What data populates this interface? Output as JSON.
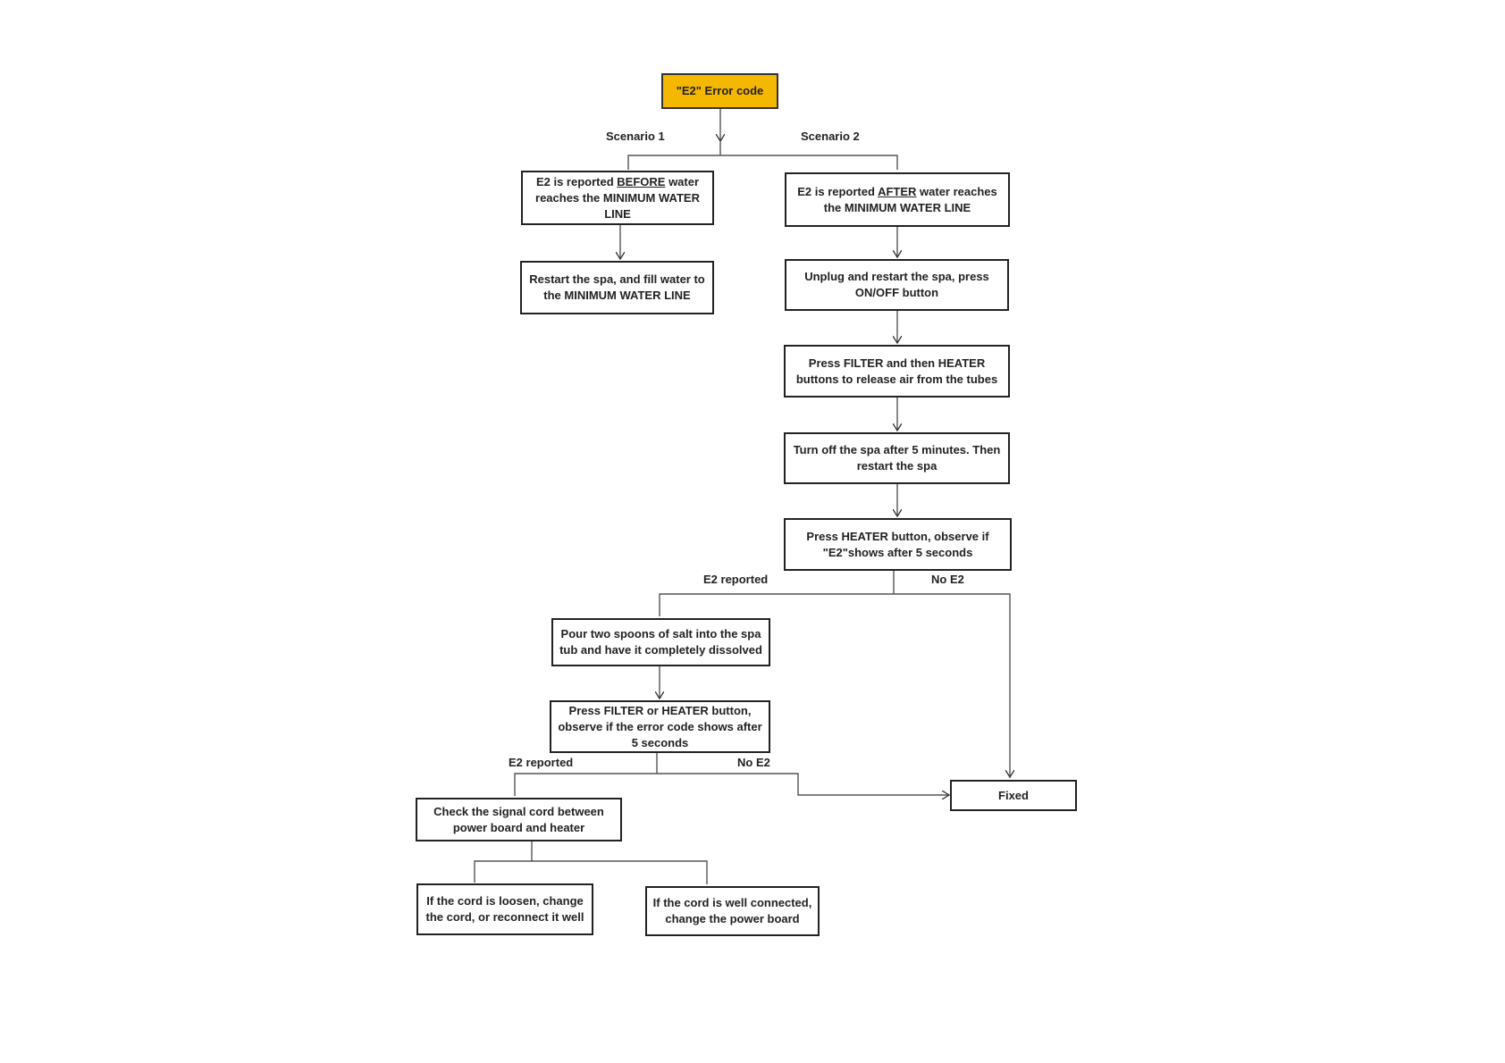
{
  "start": "\"E2\" Error code",
  "labels": {
    "scenario1": "Scenario 1",
    "scenario2": "Scenario 2",
    "branch1_yes": "E2 reported",
    "branch1_no": "No E2",
    "branch2_yes": "E2 reported",
    "branch2_no": "No E2"
  },
  "s1": {
    "condition_pre": "E2 is reported ",
    "condition_emph": "BEFORE",
    "condition_post": " water reaches the MINIMUM WATER LINE",
    "action": "Restart the spa, and fill water to the MINIMUM WATER LINE"
  },
  "s2": {
    "condition_pre": "E2 is reported ",
    "condition_emph": "AFTER",
    "condition_post": " water reaches the MINIMUM WATER LINE",
    "step1": "Unplug and restart the spa, press ON/OFF button",
    "step2": "Press FILTER and then HEATER buttons to release air from the tubes",
    "step3": "Turn off the spa after 5 minutes. Then restart the spa",
    "step4": "Press HEATER button, observe if \"E2\"shows after  5 seconds"
  },
  "salt": "Pour two spoons of salt into the spa tub and have it completely dissolved",
  "check2": "Press FILTER or HEATER button, observe if the error code shows after  5 seconds",
  "signal": "Check the signal cord between power board and heater",
  "loose": "If the cord is loosen, change the cord, or reconnect it well",
  "connected": "If the cord is well connected, change the power board",
  "fixed": "Fixed"
}
